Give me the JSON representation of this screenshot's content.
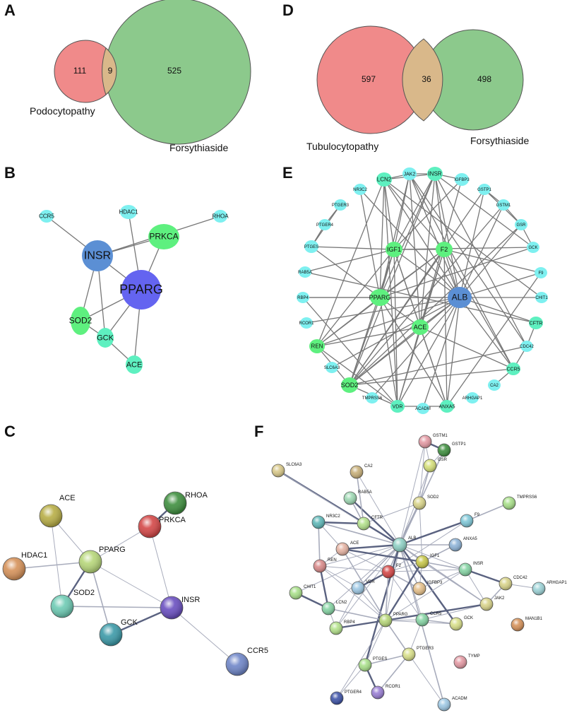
{
  "panels": [
    {
      "letter": "A",
      "type": "venn",
      "left_label": "Podocytopathy",
      "right_label": "Forsythiaside",
      "left_only": "111",
      "overlap": "9",
      "right_only": "525"
    },
    {
      "letter": "D",
      "type": "venn",
      "left_label": "Tubulocytopathy",
      "right_label": "Forsythiaside",
      "left_only": "597",
      "overlap": "36",
      "right_only": "498"
    },
    {
      "letter": "B",
      "type": "network"
    },
    {
      "letter": "E",
      "type": "network"
    },
    {
      "letter": "C",
      "type": "string-network"
    },
    {
      "letter": "F",
      "type": "string-network"
    }
  ],
  "colors": {
    "venn_left": "#f08a8a",
    "venn_right": "#8cc98c",
    "venn_overlap": "#d9b88a",
    "hub_dark": "#6464f0",
    "hub_mid": "#5b8fd4",
    "node_green": "#5ef07f",
    "node_teal": "#5ef0c0",
    "node_cyan": "#7ef0f0",
    "edge": "#777777"
  },
  "networkB": {
    "nodes": [
      "CCR5",
      "HDAC1",
      "RHOA",
      "PRKCA",
      "INSR",
      "PPARG",
      "SOD2",
      "GCK",
      "ACE"
    ],
    "edges": [
      [
        "CCR5",
        "INSR"
      ],
      [
        "HDAC1",
        "PPARG"
      ],
      [
        "RHOA",
        "INSR"
      ],
      [
        "PRKCA",
        "INSR"
      ],
      [
        "PRKCA",
        "PPARG"
      ],
      [
        "INSR",
        "PPARG"
      ],
      [
        "INSR",
        "SOD2"
      ],
      [
        "INSR",
        "GCK"
      ],
      [
        "PPARG",
        "SOD2"
      ],
      [
        "PPARG",
        "GCK"
      ],
      [
        "PPARG",
        "ACE"
      ],
      [
        "SOD2",
        "GCK"
      ],
      [
        "GCK",
        "ACE"
      ]
    ]
  },
  "networkE": {
    "nodes": [
      "LCN2",
      "JAK2",
      "INSR",
      "IGFBP3",
      "NR3C2",
      "GSTP1",
      "GSTM1",
      "PTGER3",
      "PTGER4",
      "GSR",
      "PTGES",
      "GCK",
      "IGF1",
      "F2",
      "RAB5A",
      "F9",
      "RBP4",
      "PPARG",
      "ALB",
      "CHIT1",
      "RCOR1",
      "ACE",
      "CFTR",
      "CDC42",
      "REN",
      "SLC6A3",
      "CCR5",
      "CA2",
      "SOD2",
      "ARHGAP1",
      "TMPRSS6",
      "VDR",
      "ACADM",
      "ANXA5"
    ],
    "edges": [
      [
        "IGF1",
        "F2"
      ],
      [
        "IGF1",
        "ALB"
      ],
      [
        "IGF1",
        "PPARG"
      ],
      [
        "IGF1",
        "ACE"
      ],
      [
        "IGF1",
        "INSR"
      ],
      [
        "IGF1",
        "JAK2"
      ],
      [
        "IGF1",
        "LCN2"
      ],
      [
        "IGF1",
        "IGFBP3"
      ],
      [
        "IGF1",
        "SOD2"
      ],
      [
        "IGF1",
        "VDR"
      ],
      [
        "IGF1",
        "REN"
      ],
      [
        "IGF1",
        "PTGES"
      ],
      [
        "IGF1",
        "RAB5A"
      ],
      [
        "IGF1",
        "GCK"
      ],
      [
        "IGF1",
        "ANXA5"
      ],
      [
        "F2",
        "ALB"
      ],
      [
        "F2",
        "PPARG"
      ],
      [
        "F2",
        "ACE"
      ],
      [
        "F2",
        "INSR"
      ],
      [
        "F2",
        "LCN2"
      ],
      [
        "F2",
        "ANXA5"
      ],
      [
        "F2",
        "VDR"
      ],
      [
        "F2",
        "F9"
      ],
      [
        "F2",
        "SOD2"
      ],
      [
        "F2",
        "REN"
      ],
      [
        "F2",
        "CCR5"
      ],
      [
        "ALB",
        "PPARG"
      ],
      [
        "ALB",
        "ACE"
      ],
      [
        "ALB",
        "LCN2"
      ],
      [
        "ALB",
        "JAK2"
      ],
      [
        "ALB",
        "INSR"
      ],
      [
        "ALB",
        "GSTP1"
      ],
      [
        "ALB",
        "GSTM1"
      ],
      [
        "ALB",
        "GSR"
      ],
      [
        "ALB",
        "SOD2"
      ],
      [
        "ALB",
        "REN"
      ],
      [
        "ALB",
        "VDR"
      ],
      [
        "ALB",
        "ANXA5"
      ],
      [
        "ALB",
        "CFTR"
      ],
      [
        "ALB",
        "RBP4"
      ],
      [
        "ALB",
        "CHIT1"
      ],
      [
        "ALB",
        "F9"
      ],
      [
        "ALB",
        "CCR5"
      ],
      [
        "ALB",
        "SLC6A3"
      ],
      [
        "ALB",
        "ACADM"
      ],
      [
        "ALB",
        "NR3C2"
      ],
      [
        "ALB",
        "RCOR1"
      ],
      [
        "ALB",
        "TMPRSS6"
      ],
      [
        "PPARG",
        "ACE"
      ],
      [
        "PPARG",
        "INSR"
      ],
      [
        "PPARG",
        "JAK2"
      ],
      [
        "PPARG",
        "SOD2"
      ],
      [
        "PPARG",
        "VDR"
      ],
      [
        "PPARG",
        "REN"
      ],
      [
        "PPARG",
        "PTGES"
      ],
      [
        "PPARG",
        "RBP4"
      ],
      [
        "PPARG",
        "LCN2"
      ],
      [
        "PPARG",
        "GCK"
      ],
      [
        "PPARG",
        "ANXA5"
      ],
      [
        "PPARG",
        "NR3C2"
      ],
      [
        "ACE",
        "REN"
      ],
      [
        "ACE",
        "SOD2"
      ],
      [
        "ACE",
        "VDR"
      ],
      [
        "ACE",
        "INSR"
      ],
      [
        "ACE",
        "CCR5"
      ],
      [
        "ACE",
        "ANXA5"
      ],
      [
        "ACE",
        "IGFBP3"
      ],
      [
        "ACE",
        "JAK2"
      ],
      [
        "INSR",
        "JAK2"
      ],
      [
        "INSR",
        "SOD2"
      ],
      [
        "INSR",
        "CDC42"
      ],
      [
        "INSR",
        "GCK"
      ],
      [
        "INSR",
        "IGFBP3"
      ],
      [
        "INSR",
        "LCN2"
      ],
      [
        "SOD2",
        "GSR"
      ],
      [
        "SOD2",
        "GSTP1"
      ],
      [
        "SOD2",
        "GSTM1"
      ],
      [
        "SOD2",
        "VDR"
      ],
      [
        "SOD2",
        "REN"
      ],
      [
        "SOD2",
        "CCR5"
      ],
      [
        "SOD2",
        "CDC42"
      ],
      [
        "LCN2",
        "REN"
      ],
      [
        "LCN2",
        "JAK2"
      ],
      [
        "LCN2",
        "VDR"
      ],
      [
        "JAK2",
        "CCR5"
      ],
      [
        "JAK2",
        "CDC42"
      ],
      [
        "GSTP1",
        "GSTM1"
      ],
      [
        "GSTM1",
        "GSR"
      ],
      [
        "GSR",
        "GCK"
      ],
      [
        "GSTP1",
        "GSR"
      ],
      [
        "CFTR",
        "CDC42"
      ],
      [
        "CCR5",
        "CDC42"
      ],
      [
        "CCR5",
        "CA2"
      ],
      [
        "PTGER3",
        "PTGER4"
      ],
      [
        "PTGER4",
        "PTGES"
      ],
      [
        "PTGES",
        "PTGER3"
      ],
      [
        "VDR",
        "ANXA5"
      ],
      [
        "REN",
        "VDR"
      ],
      [
        "ANXA5",
        "F9"
      ],
      [
        "CFTR",
        "RAB5A"
      ],
      [
        "CHIT1",
        "LCN2"
      ],
      [
        "RBP4",
        "VDR"
      ]
    ]
  },
  "networkC": {
    "nodes": [
      "RHOA",
      "ACE",
      "PRKCA",
      "HDAC1",
      "PPARG",
      "SOD2",
      "INSR",
      "GCK",
      "CCR5"
    ],
    "edges": [
      [
        "RHOA",
        "PRKCA"
      ],
      [
        "ACE",
        "PPARG"
      ],
      [
        "ACE",
        "SOD2"
      ],
      [
        "HDAC1",
        "PPARG"
      ],
      [
        "PPARG",
        "PRKCA"
      ],
      [
        "PPARG",
        "SOD2"
      ],
      [
        "PPARG",
        "GCK"
      ],
      [
        "PPARG",
        "INSR"
      ],
      [
        "PRKCA",
        "INSR"
      ],
      [
        "SOD2",
        "INSR"
      ],
      [
        "GCK",
        "INSR"
      ],
      [
        "INSR",
        "CCR5"
      ]
    ]
  },
  "networkF": {
    "nodes": [
      "GSTM1",
      "GSTP1",
      "SLC6A3",
      "CA2",
      "GSR",
      "RAB5A",
      "SOD2",
      "TMPRSS6",
      "NR3C2",
      "CFTR",
      "F9",
      "ALB",
      "ANXA5",
      "ACE",
      "IGF1",
      "REN",
      "F2",
      "INSR",
      "CDC42",
      "ARHGAP1",
      "CHIT1",
      "VDR",
      "IGFBP3",
      "JAK2",
      "LCN2",
      "PPARG",
      "CCR5",
      "GCK",
      "RBP4",
      "MAN1B1",
      "PTGER3",
      "TYMP",
      "PTGES",
      "RCOR1",
      "PTGER4",
      "ACADM"
    ],
    "edges": [
      [
        "GSTM1",
        "GSTP1"
      ],
      [
        "GSTM1",
        "GSR"
      ],
      [
        "GSTP1",
        "GSR"
      ],
      [
        "GSR",
        "SOD2"
      ],
      [
        "GSTM1",
        "SOD2"
      ],
      [
        "SOD2",
        "ALB"
      ],
      [
        "SOD2",
        "F2"
      ],
      [
        "SOD2",
        "IGF1"
      ],
      [
        "SOD2",
        "CFTR"
      ],
      [
        "TMPRSS6",
        "F9"
      ],
      [
        "F9",
        "ALB"
      ],
      [
        "F9",
        "F2"
      ],
      [
        "ALB",
        "ANXA5"
      ],
      [
        "ALB",
        "IGF1"
      ],
      [
        "ALB",
        "F2"
      ],
      [
        "ALB",
        "ACE"
      ],
      [
        "ALB",
        "REN"
      ],
      [
        "ALB",
        "INSR"
      ],
      [
        "ALB",
        "VDR"
      ],
      [
        "ALB",
        "CFTR"
      ],
      [
        "ALB",
        "RAB5A"
      ],
      [
        "ALB",
        "NR3C2"
      ],
      [
        "ALB",
        "LCN2"
      ],
      [
        "ALB",
        "PPARG"
      ],
      [
        "ALB",
        "IGFBP3"
      ],
      [
        "ALB",
        "GCK"
      ],
      [
        "ALB",
        "CCR5"
      ],
      [
        "ALB",
        "JAK2"
      ],
      [
        "ALB",
        "RBP4"
      ],
      [
        "ALB",
        "CHIT1"
      ],
      [
        "ALB",
        "SLC6A3"
      ],
      [
        "ALB",
        "CA2"
      ],
      [
        "ALB",
        "GSTM1"
      ],
      [
        "ALB",
        "GSTP1"
      ],
      [
        "ALB",
        "GSR"
      ],
      [
        "ALB",
        "PTGES"
      ],
      [
        "ALB",
        "ACADM"
      ],
      [
        "ACE",
        "REN"
      ],
      [
        "ACE",
        "F2"
      ],
      [
        "ACE",
        "PPARG"
      ],
      [
        "ACE",
        "IGF1"
      ],
      [
        "ACE",
        "NR3C2"
      ],
      [
        "REN",
        "NR3C2"
      ],
      [
        "REN",
        "PPARG"
      ],
      [
        "REN",
        "F2"
      ],
      [
        "REN",
        "LCN2"
      ],
      [
        "REN",
        "VDR"
      ],
      [
        "F2",
        "IGF1"
      ],
      [
        "F2",
        "PPARG"
      ],
      [
        "F2",
        "INSR"
      ],
      [
        "F2",
        "VDR"
      ],
      [
        "F2",
        "IGFBP3"
      ],
      [
        "F2",
        "CCR5"
      ],
      [
        "IGF1",
        "IGFBP3"
      ],
      [
        "IGF1",
        "INSR"
      ],
      [
        "IGF1",
        "PPARG"
      ],
      [
        "IGF1",
        "JAK2"
      ],
      [
        "IGF1",
        "ANXA5"
      ],
      [
        "INSR",
        "JAK2"
      ],
      [
        "INSR",
        "PPARG"
      ],
      [
        "INSR",
        "CDC42"
      ],
      [
        "INSR",
        "IGFBP3"
      ],
      [
        "CDC42",
        "ARHGAP1"
      ],
      [
        "CDC42",
        "JAK2"
      ],
      [
        "JAK2",
        "CCR5"
      ],
      [
        "JAK2",
        "PPARG"
      ],
      [
        "CCR5",
        "GCK"
      ],
      [
        "CCR5",
        "PTGER3"
      ],
      [
        "PPARG",
        "VDR"
      ],
      [
        "PPARG",
        "LCN2"
      ],
      [
        "PPARG",
        "RBP4"
      ],
      [
        "PPARG",
        "PTGES"
      ],
      [
        "PPARG",
        "PTGER3"
      ],
      [
        "PPARG",
        "GCK"
      ],
      [
        "PPARG",
        "CCR5"
      ],
      [
        "LCN2",
        "CHIT1"
      ],
      [
        "LCN2",
        "RBP4"
      ],
      [
        "VDR",
        "RBP4"
      ],
      [
        "PTGES",
        "PTGER3"
      ],
      [
        "PTGES",
        "PTGER4"
      ],
      [
        "PTGES",
        "RCOR1"
      ],
      [
        "PTGER3",
        "RCOR1"
      ],
      [
        "PTGER3",
        "ACADM"
      ],
      [
        "PTGER4",
        "PPARG"
      ],
      [
        "RAB5A",
        "CFTR"
      ],
      [
        "NR3C2",
        "CFTR"
      ],
      [
        "SLC6A3",
        "CFTR"
      ],
      [
        "CA2",
        "CFTR"
      ]
    ]
  }
}
